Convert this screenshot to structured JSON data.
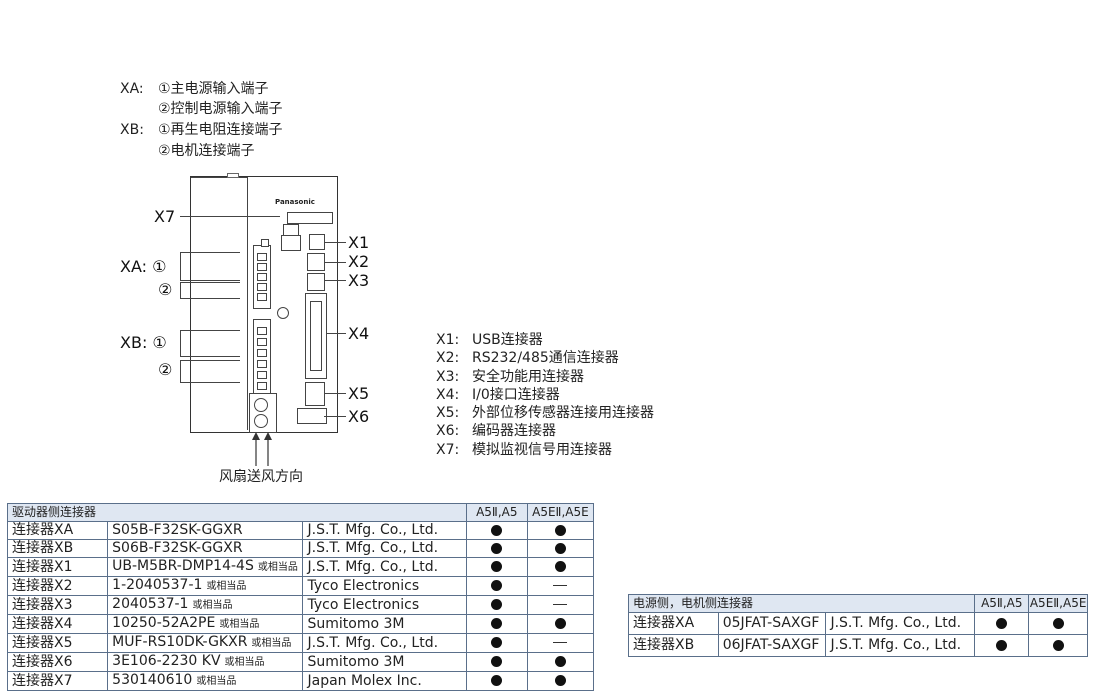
{
  "legend_top": {
    "xa_prefix": "XA:",
    "xa_line1": "①主电源输入端子",
    "xa_line2": "②控制电源输入端子",
    "xb_prefix": "XB:",
    "xb_line1": "①再生电阻连接端子",
    "xb_line2": "②电机连接端子"
  },
  "drive": {
    "brand": "Panasonic",
    "labels": {
      "x7": "X7",
      "xa": "XA: ①",
      "xa2": "②",
      "xb": "XB: ①",
      "xb2": "②",
      "x1": "X1",
      "x2": "X2",
      "x3": "X3",
      "x4": "X4",
      "x5": "X5",
      "x6": "X6"
    },
    "fan_caption": "风扇送风方向"
  },
  "legend_right": [
    {
      "code": "X1:",
      "desc": "USB连接器"
    },
    {
      "code": "X2:",
      "desc": "RS232/485通信连接器"
    },
    {
      "code": "X3:",
      "desc": "安全功能用连接器"
    },
    {
      "code": "X4:",
      "desc": "I/0接口连接器"
    },
    {
      "code": "X5:",
      "desc": "外部位移传感器连接用连接器"
    },
    {
      "code": "X6:",
      "desc": "编码器连接器"
    },
    {
      "code": "X7:",
      "desc": "模拟监视信号用连接器"
    }
  ],
  "table_left": {
    "header": {
      "title": "驱动器侧连接器",
      "col_a": "A5Ⅱ,A5",
      "col_b": "A5EⅡ,A5E"
    },
    "rows": [
      {
        "name": "连接器XA",
        "part": "S05B-F32SK-GGXR",
        "note": "",
        "maker": "J.S.T. Mfg. Co., Ltd.",
        "a": "yes",
        "b": "yes"
      },
      {
        "name": "连接器XB",
        "part": "S06B-F32SK-GGXR",
        "note": "",
        "maker": "J.S.T. Mfg. Co., Ltd.",
        "a": "yes",
        "b": "yes"
      },
      {
        "name": "连接器X1",
        "part": "UB-M5BR-DMP14-4S",
        "note": "或相当品",
        "maker": "J.S.T. Mfg. Co., Ltd.",
        "a": "yes",
        "b": "yes"
      },
      {
        "name": "连接器X2",
        "part": "1-2040537-1",
        "note": "或相当品",
        "maker": "Tyco Electronics",
        "a": "yes",
        "b": "no"
      },
      {
        "name": "连接器X3",
        "part": "2040537-1",
        "note": "或相当品",
        "maker": "Tyco Electronics",
        "a": "yes",
        "b": "no"
      },
      {
        "name": "连接器X4",
        "part": "10250-52A2PE",
        "note": "或相当品",
        "maker": "Sumitomo 3M",
        "a": "yes",
        "b": "yes"
      },
      {
        "name": "连接器X5",
        "part": "MUF-RS10DK-GKXR",
        "note": "或相当品",
        "maker": "J.S.T. Mfg. Co., Ltd.",
        "a": "yes",
        "b": "no"
      },
      {
        "name": "连接器X6",
        "part": "3E106-2230 KV",
        "note": "或相当品",
        "maker": "Sumitomo 3M",
        "a": "yes",
        "b": "yes"
      },
      {
        "name": "连接器X7",
        "part": "530140610",
        "note": "或相当品",
        "maker": "Japan Molex Inc.",
        "a": "yes",
        "b": "yes"
      }
    ]
  },
  "table_right": {
    "header": {
      "title": "电源侧，电机侧连接器",
      "col_a": "A5Ⅱ,A5",
      "col_b": "A5EⅡ,A5E"
    },
    "rows": [
      {
        "name": "连接器XA",
        "part": "05JFAT-SAXGF",
        "maker": "J.S.T. Mfg. Co., Ltd.",
        "a": "yes",
        "b": "yes"
      },
      {
        "name": "连接器XB",
        "part": "06JFAT-SAXGF",
        "maker": "J.S.T. Mfg. Co., Ltd.",
        "a": "yes",
        "b": "yes"
      }
    ]
  }
}
